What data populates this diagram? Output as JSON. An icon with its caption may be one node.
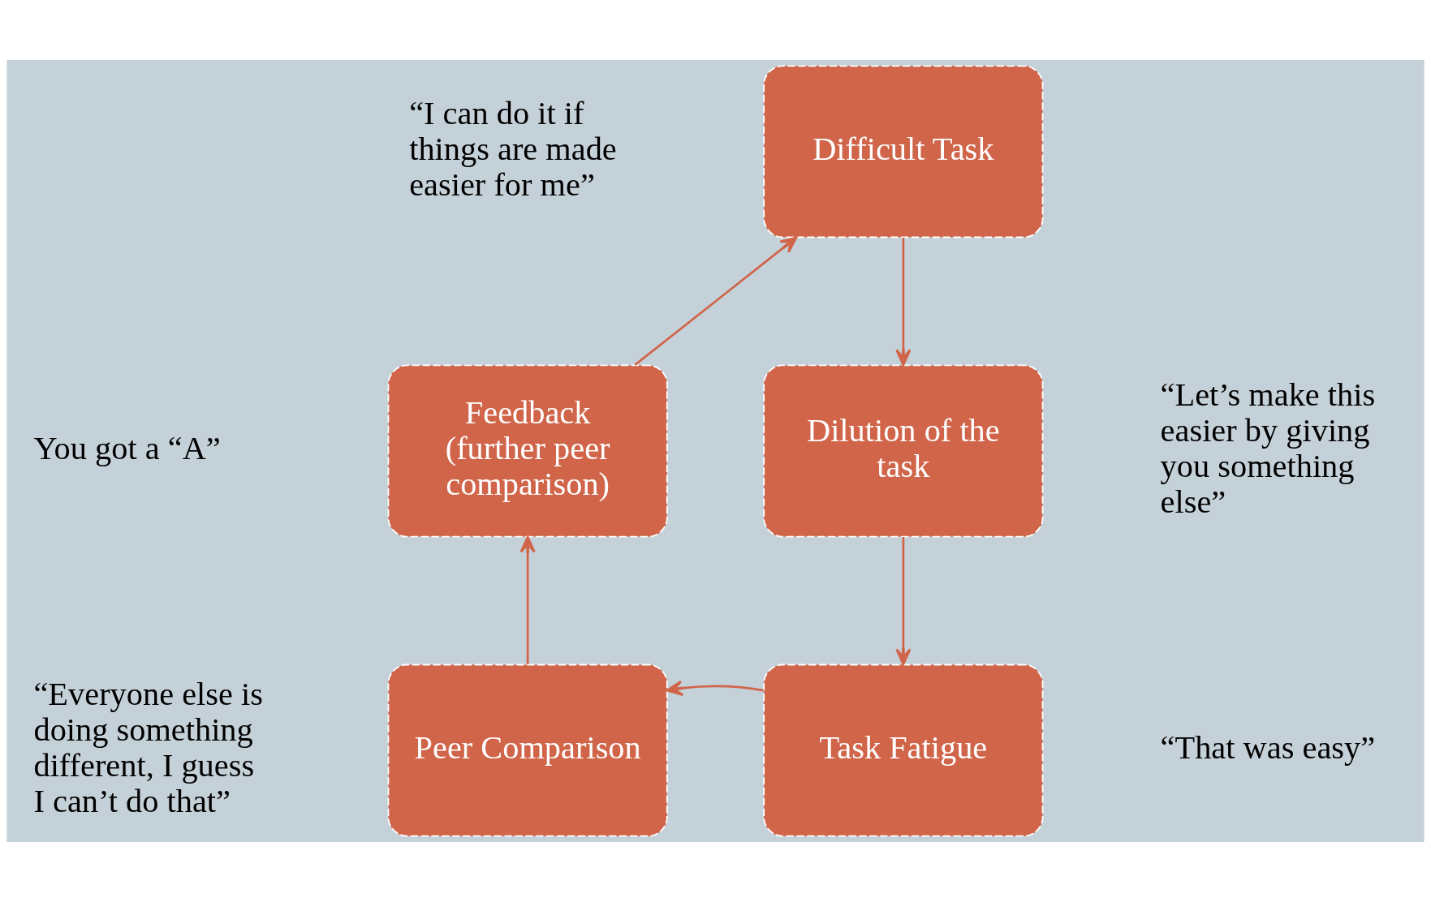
{
  "diagram": {
    "nodes": [
      {
        "text": [
          "Difficult Task"
        ]
      },
      {
        "text": [
          "Dilution of the task"
        ],
        "beside": [
          "“Let’s make this easier by giving you something else”"
        ]
      },
      {
        "text": [
          "Task Fatigue"
        ],
        "beside": [
          "“That was easy”"
        ]
      },
      {
        "text": [
          "Peer Comparison"
        ],
        "beside": [
          "“Everyone else is doing something different, I guess I can’t do that”"
        ]
      },
      {
        "text": [
          "Feedback (further peer comparison)"
        ]
      }
    ],
    "labels": [
      "“I can do it if things are made easier for me”",
      "You got a “A”"
    ],
    "edges": [
      {
        "from": 0,
        "to": 1,
        "arrow": "to"
      },
      {
        "from": 1,
        "to": 2,
        "arrow": "to"
      },
      {
        "from": 2,
        "to": 3,
        "arrow": "to"
      },
      {
        "from": 3,
        "to": 4,
        "arrow": "to"
      },
      {
        "from": 4,
        "to": 0,
        "arrow": "to"
      }
    ]
  }
}
